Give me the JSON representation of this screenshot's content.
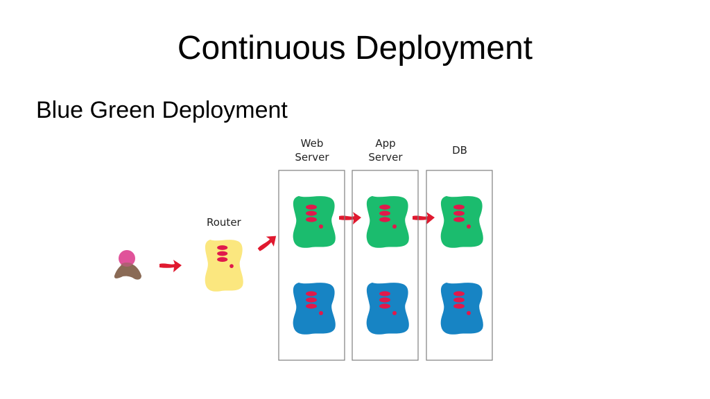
{
  "slide": {
    "title": "Continuous Deployment",
    "subtitle": "Blue Green Deployment"
  },
  "diagram": {
    "router_label": "Router",
    "columns": [
      {
        "label": "Web\nServer"
      },
      {
        "label": "App\nServer"
      },
      {
        "label": "DB"
      }
    ],
    "environments": [
      {
        "row": "top",
        "color": "#1bbc6e"
      },
      {
        "row": "bottom",
        "color": "#1784c4"
      }
    ],
    "colors": {
      "router": "#fbe77f",
      "user_head": "#e0539a",
      "user_body": "#8a6a55",
      "arrow": "#e0192f",
      "node_detail": "#e0194b",
      "column_border": "#7f7f7f"
    },
    "icons": [
      "user-icon",
      "router-icon",
      "server-icon",
      "arrow-icon"
    ]
  }
}
